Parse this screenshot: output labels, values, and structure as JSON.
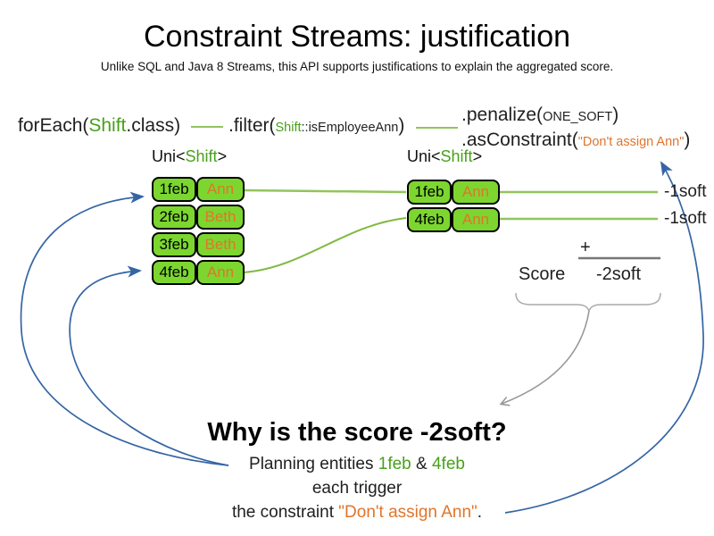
{
  "title": "Constraint Streams: justification",
  "subtitle": "Unlike SQL and Java 8 Streams, this API supports justifications to explain the aggregated score.",
  "code": {
    "foreach_prefix": "forEach(",
    "foreach_class": "Shift",
    "foreach_suffix": ".class)",
    "filter_prefix": ".filter(",
    "filter_class": "Shift",
    "filter_method": "::isEmployeeAnn",
    "filter_suffix": ")",
    "penalize_prefix": ".penalize(",
    "penalize_arg": "ONE_SOFT",
    "penalize_suffix": ")",
    "asconstraint_prefix": ".asConstraint(",
    "asconstraint_arg": "\"Don't assign Ann\"",
    "asconstraint_suffix": ")"
  },
  "left_table": {
    "label_prefix": "Uni<",
    "label_type": "Shift",
    "label_suffix": ">",
    "rows": [
      {
        "date": "1feb",
        "employee": "Ann"
      },
      {
        "date": "2feb",
        "employee": "Beth"
      },
      {
        "date": "3feb",
        "employee": "Beth"
      },
      {
        "date": "4feb",
        "employee": "Ann"
      }
    ]
  },
  "right_table": {
    "label_prefix": "Uni<",
    "label_type": "Shift",
    "label_suffix": ">",
    "rows": [
      {
        "date": "1feb",
        "employee": "Ann"
      },
      {
        "date": "4feb",
        "employee": "Ann"
      }
    ]
  },
  "scores": {
    "row_scores": [
      "-1soft",
      "-1soft"
    ],
    "plus": "+",
    "score_label": "Score",
    "total": "-2soft"
  },
  "explanation": {
    "heading": "Why is the score -2soft?",
    "line1_prefix": "Planning entities ",
    "line1_entity1": "1feb",
    "line1_amp": " & ",
    "line1_entity2": "4feb",
    "line2": "each trigger",
    "line3_prefix": "the constraint ",
    "line3_quote": "\"Don't assign Ann\"",
    "line3_suffix": "."
  },
  "colors": {
    "cell_fill_green": "#7CD62F",
    "type_green": "#47A11B",
    "orange": "#E0752B",
    "connector_green": "#92C45C",
    "arrow_blue": "#3465A4",
    "sum_line_gray": "#777777",
    "brace_gray": "#AAAAAA",
    "arrow_gray": "#999999"
  }
}
